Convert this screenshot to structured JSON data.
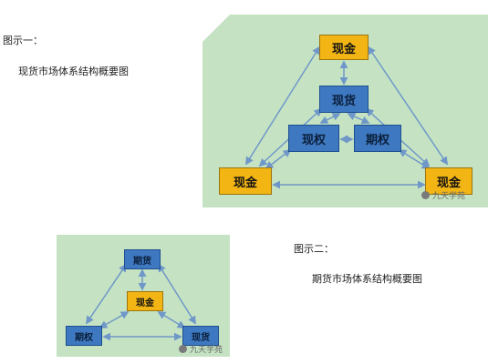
{
  "figure1": {
    "label": "图示一：",
    "title": "现货市场体系结构概要图",
    "nodes": {
      "top": "现金",
      "center": "现货",
      "left_mid": "现权",
      "right_mid": "期权",
      "bottom_left": "现金",
      "bottom_right": "现金"
    },
    "watermark": "九天学苑"
  },
  "figure2": {
    "label": "图示二：",
    "title": "期货市场体系结构概要图",
    "nodes": {
      "top": "期货",
      "center": "现金",
      "bottom_left": "期权",
      "bottom_right": "现货"
    },
    "watermark": "九天学苑"
  },
  "colors": {
    "panel_bg": "#c5e3c3",
    "gold_node": "#f2b514",
    "blue_node": "#3d78c0",
    "arrow": "#6f97c8"
  }
}
